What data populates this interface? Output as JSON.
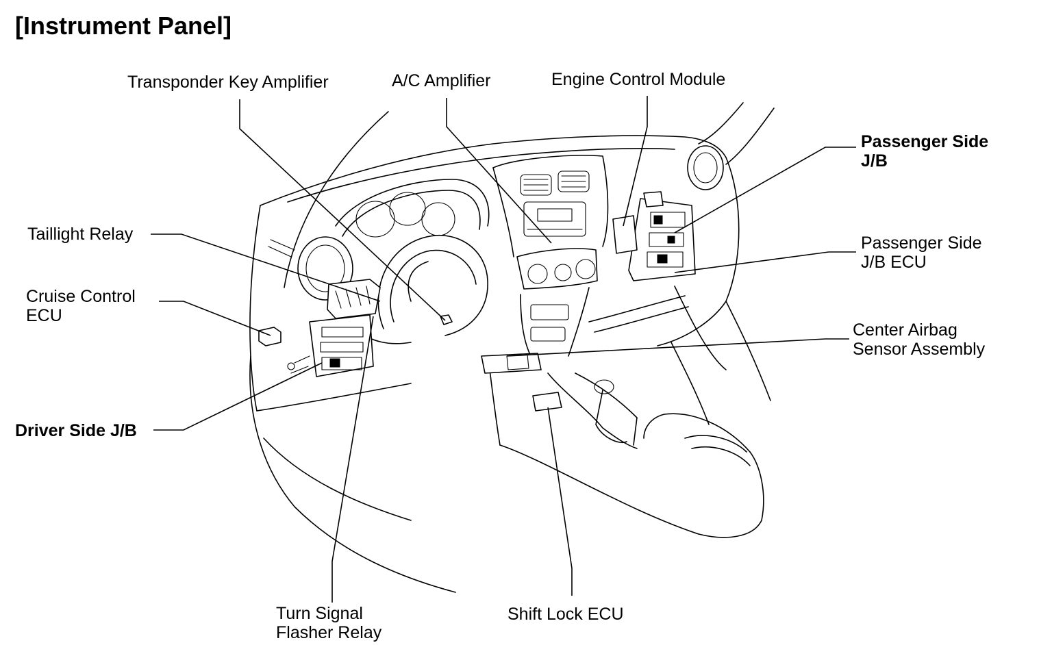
{
  "title": "[Instrument Panel]",
  "labels": {
    "transponder_key_amplifier": [
      "Transponder Key Amplifier"
    ],
    "ac_amplifier": [
      "A/C Amplifier"
    ],
    "engine_control_module": [
      "Engine Control Module"
    ],
    "passenger_side_jb": [
      "Passenger Side",
      "J/B"
    ],
    "passenger_side_jb_ecu": [
      "Passenger Side",
      "J/B ECU"
    ],
    "center_airbag_sensor": [
      "Center Airbag",
      "Sensor Assembly"
    ],
    "taillight_relay": [
      "Taillight Relay"
    ],
    "cruise_control_ecu": [
      "Cruise Control",
      "ECU"
    ],
    "driver_side_jb": [
      "Driver Side J/B"
    ],
    "turn_signal_flasher_relay": [
      "Turn Signal",
      "Flasher Relay"
    ],
    "shift_lock_ecu": [
      "Shift Lock ECU"
    ]
  }
}
